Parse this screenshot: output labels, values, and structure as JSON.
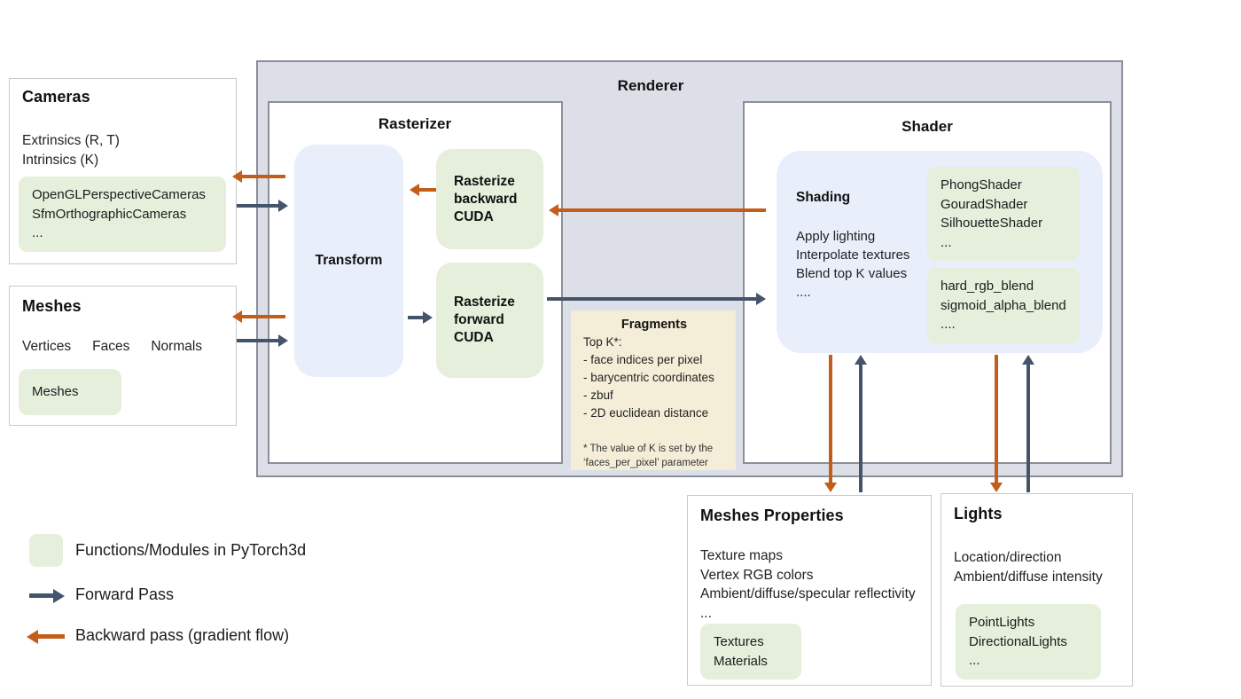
{
  "colors": {
    "module_green": "#e5efdb",
    "panel_blue": "#e9eefb",
    "renderer_bg": "#dcdfe8",
    "fragments_bg": "#f4eed8",
    "forward_arrow": "#44546a",
    "backward_arrow": "#c35d1a",
    "outer_border": "#8a8f98",
    "card_border": "#c9c9c9"
  },
  "cameras": {
    "title": "Cameras",
    "line1": "Extrinsics (R, T)",
    "line2": "Intrinsics (K)",
    "modules": [
      "OpenGLPerspectiveCameras",
      "SfmOrthographicCameras",
      "..."
    ]
  },
  "meshes": {
    "title": "Meshes",
    "attrs": [
      "Vertices",
      "Faces",
      "Normals"
    ],
    "modules": [
      "Meshes"
    ]
  },
  "renderer": {
    "title": "Renderer"
  },
  "rasterizer": {
    "title": "Rasterizer",
    "transform_label": "Transform",
    "backward_label": "Rasterize backward CUDA",
    "forward_label": "Rasterize forward CUDA"
  },
  "fragments": {
    "title": "Fragments",
    "lines": [
      "Top K*:",
      "- face indices per pixel",
      "- barycentric coordinates",
      "- zbuf",
      "- 2D euclidean distance"
    ],
    "footnote": "* The value of K is set by the ‘faces_per_pixel’ parameter"
  },
  "shader": {
    "title": "Shader",
    "shading_title": "Shading",
    "tasks": [
      "Apply lighting",
      "Interpolate textures",
      "Blend top K values",
      "...."
    ],
    "shader_modules": [
      "PhongShader",
      "GouradShader",
      "SilhouetteShader",
      "..."
    ],
    "blend_modules": [
      "hard_rgb_blend",
      "sigmoid_alpha_blend",
      "...."
    ]
  },
  "meshes_properties": {
    "title": "Meshes Properties",
    "lines": [
      "Texture maps",
      "Vertex RGB colors",
      "Ambient/diffuse/specular reflectivity",
      "..."
    ],
    "modules": [
      "Textures",
      "Materials"
    ]
  },
  "lights": {
    "title": "Lights",
    "lines": [
      "Location/direction",
      "Ambient/diffuse intensity"
    ],
    "modules": [
      "PointLights",
      "DirectionalLights",
      "..."
    ]
  },
  "legend": {
    "module_label": "Functions/Modules in PyTorch3d",
    "forward_label": "Forward Pass",
    "backward_label": "Backward pass (gradient flow)"
  }
}
